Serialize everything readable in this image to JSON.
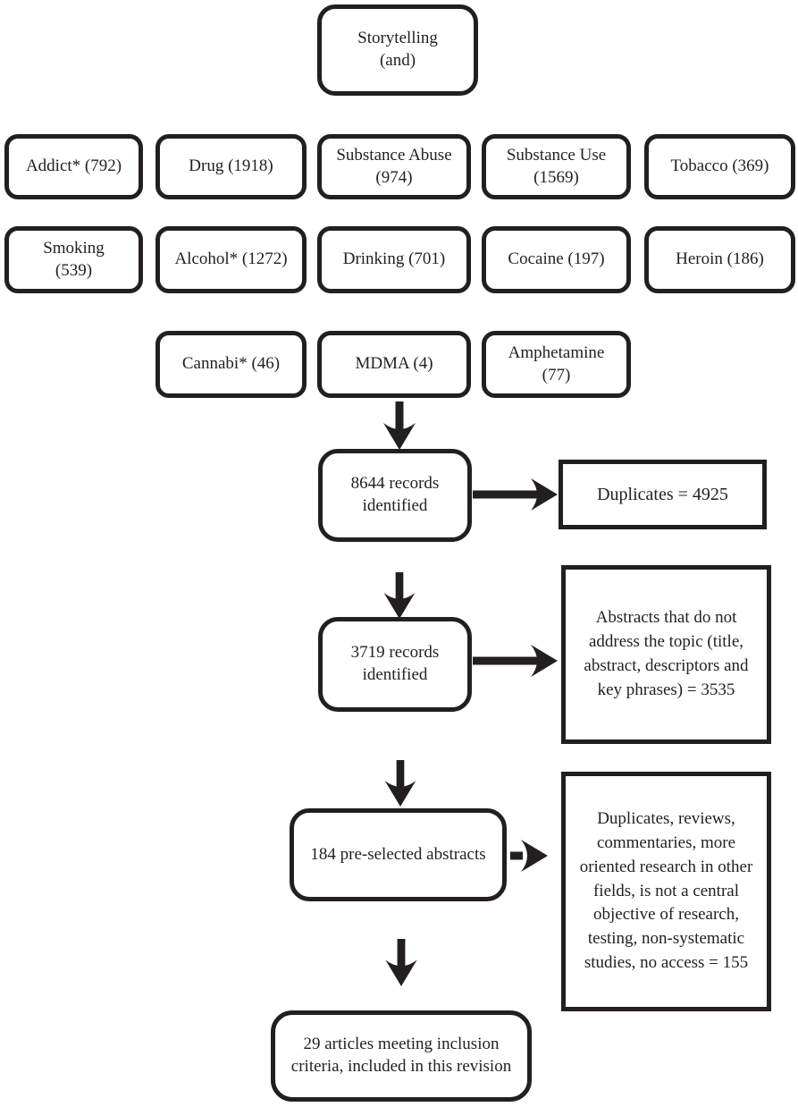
{
  "colors": {
    "ink": "#231f20",
    "background": "#ffffff"
  },
  "terms": {
    "root": {
      "label": "Storytelling\n(and)"
    },
    "row1": [
      {
        "label": "Addict* (792)"
      },
      {
        "label": "Drug (1918)"
      },
      {
        "label": "Substance Abuse\n(974)"
      },
      {
        "label": "Substance Use\n(1569)"
      },
      {
        "label": "Tobacco (369)"
      }
    ],
    "row2": [
      {
        "label": "Smoking\n(539)"
      },
      {
        "label": "Alcohol* (1272)"
      },
      {
        "label": "Drinking (701)"
      },
      {
        "label": "Cocaine (197)"
      },
      {
        "label": "Heroin (186)"
      }
    ],
    "row3": [
      {
        "label": "Cannabi* (46)"
      },
      {
        "label": "MDMA (4)"
      },
      {
        "label": "Amphetamine\n(77)"
      }
    ]
  },
  "flow": {
    "records_8644": {
      "label": "8644 records\nidentified"
    },
    "duplicates": {
      "label": "Duplicates = 4925"
    },
    "records_3719": {
      "label": "3719 records\nidentified"
    },
    "abstracts_excluded": {
      "label": "Abstracts that do not\naddress the topic (title,\nabstract, descriptors and\nkey phrases) = 3535"
    },
    "preselected": {
      "label": "184 pre-selected abstracts"
    },
    "screening_excluded": {
      "label": "Duplicates, reviews,\ncommentaries, more\noriented research in other\nfields, is not a central\nobjective of research,\ntesting, non-systematic\nstudies, no access = 155"
    },
    "included": {
      "label": "29 articles meeting inclusion\ncriteria, included in this revision"
    }
  }
}
